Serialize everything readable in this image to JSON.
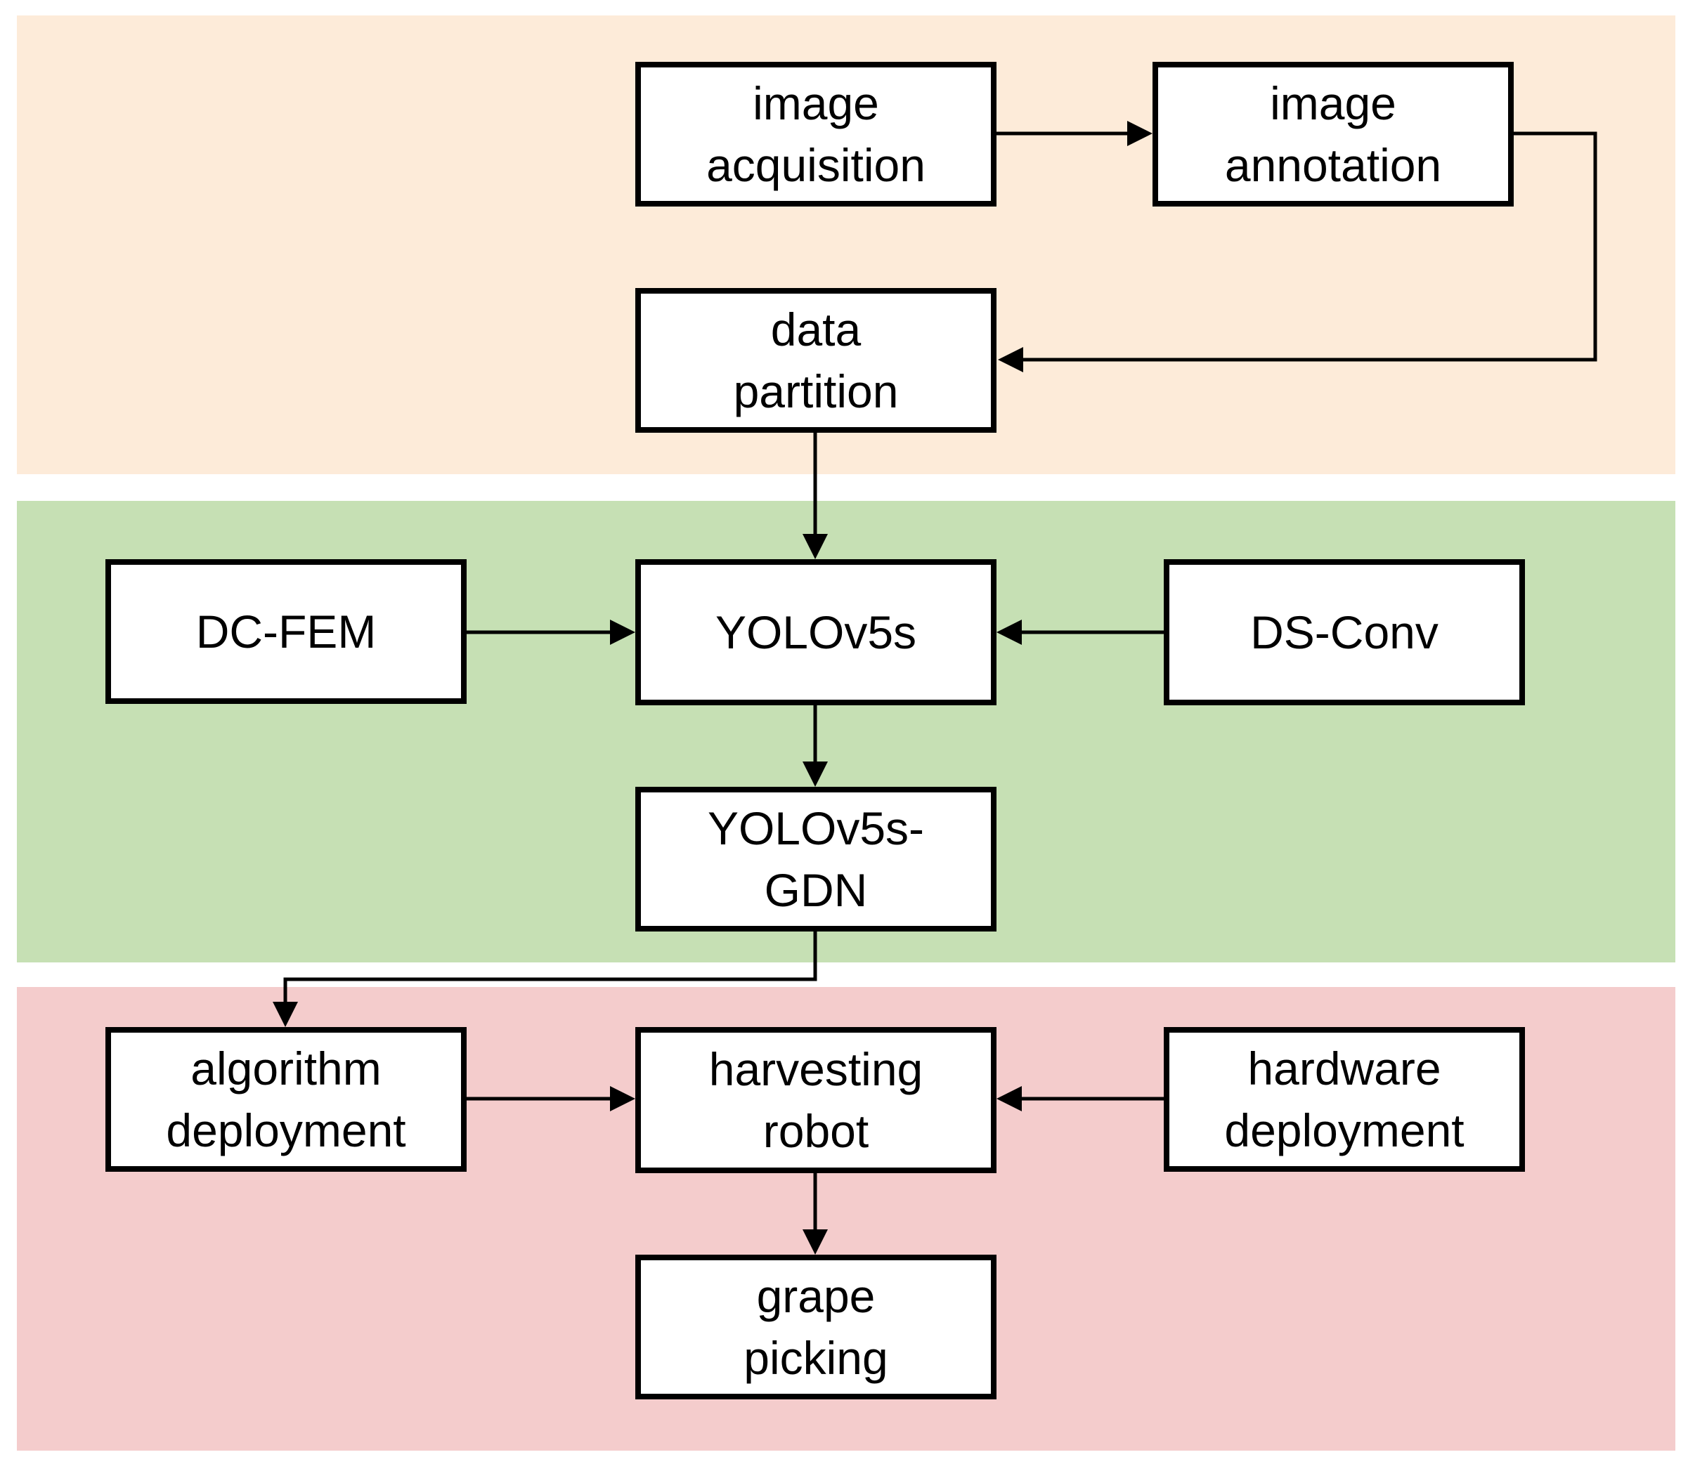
{
  "nodes": {
    "image_acquisition": "image\nacquisition",
    "image_annotation": "image\nannotation",
    "data_partition": "data\npartition",
    "dc_fem": "DC-FEM",
    "yolov5s": "YOLOv5s",
    "ds_conv": "DS-Conv",
    "yolov5s_gdn": "YOLOv5s-\nGDN",
    "algorithm_deployment": "algorithm\ndeployment",
    "harvesting_robot": "harvesting\nrobot",
    "hardware_deployment": "hardware\ndeployment",
    "grape_picking": "grape\npicking"
  },
  "bands": [
    {
      "id": "data-preparation",
      "color": "#fdebd9"
    },
    {
      "id": "model-improvement",
      "color": "#c6e0b4"
    },
    {
      "id": "deployment",
      "color": "#f4cccc"
    }
  ],
  "edges": [
    {
      "from": "image_acquisition",
      "to": "image_annotation"
    },
    {
      "from": "image_annotation",
      "to": "data_partition"
    },
    {
      "from": "data_partition",
      "to": "yolov5s"
    },
    {
      "from": "dc_fem",
      "to": "yolov5s"
    },
    {
      "from": "ds_conv",
      "to": "yolov5s"
    },
    {
      "from": "yolov5s",
      "to": "yolov5s_gdn"
    },
    {
      "from": "yolov5s_gdn",
      "to": "algorithm_deployment"
    },
    {
      "from": "algorithm_deployment",
      "to": "harvesting_robot"
    },
    {
      "from": "hardware_deployment",
      "to": "harvesting_robot"
    },
    {
      "from": "harvesting_robot",
      "to": "grape_picking"
    }
  ]
}
